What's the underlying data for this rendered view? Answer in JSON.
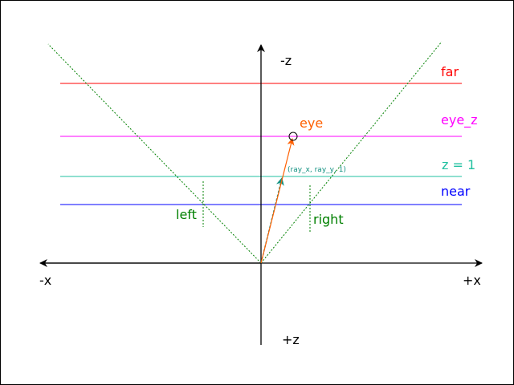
{
  "labels": {
    "neg_z": "-z",
    "pos_z": "+z",
    "neg_x": "-x",
    "pos_x": "+x",
    "far": "far",
    "eye_z": "eye_z",
    "z_eq_1": "z = 1",
    "near": "near",
    "eye": "eye",
    "left": "left",
    "right": "right",
    "ray_point": "(ray_x, ray_y, 1)"
  },
  "colors": {
    "axis": "#000000",
    "far": "#ff0000",
    "eye_z": "#ff00ff",
    "z_eq_1": "#20c0a0",
    "near": "#0000ff",
    "eye": "#ff6000",
    "frustum": "#008000",
    "ray": "#109080",
    "border": "#000000"
  }
}
